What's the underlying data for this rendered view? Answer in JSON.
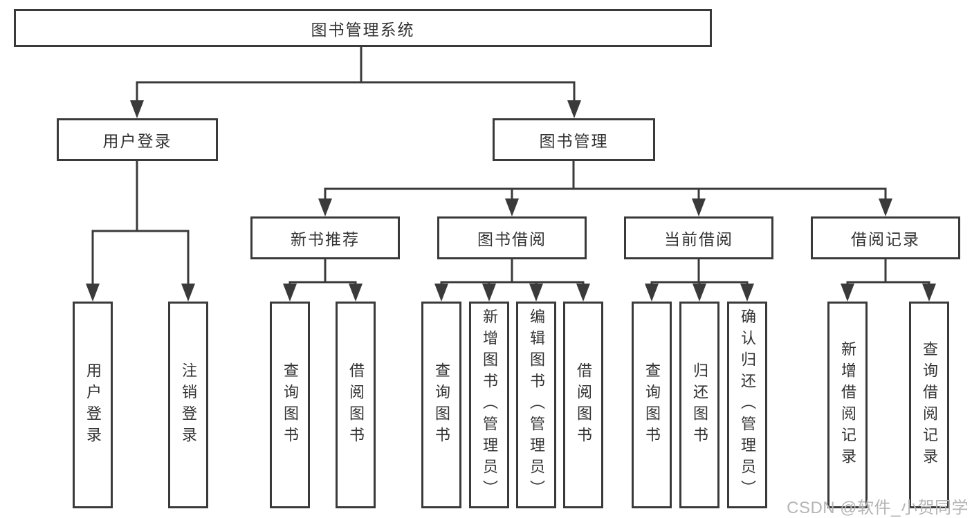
{
  "diagram_title": "图书管理系统",
  "nodes": {
    "root": "图书管理系统",
    "level2": [
      "用户登录",
      "图书管理"
    ],
    "level3": [
      "新书推荐",
      "图书借阅",
      "当前借阅",
      "借阅记录"
    ],
    "leaves": [
      "用户登录",
      "注销登录",
      "查询图书",
      "借阅图书",
      "查询图书",
      "新增图书（管理员）",
      "编辑图书（管理员）",
      "借阅图书",
      "查询图书",
      "归还图书",
      "确认归还（管理员）",
      "新增借阅记录",
      "查询借阅记录"
    ]
  },
  "hierarchy": {
    "图书管理系统": [
      "用户登录",
      "图书管理"
    ],
    "用户登录": [
      "用户登录",
      "注销登录"
    ],
    "图书管理": [
      "新书推荐",
      "图书借阅",
      "当前借阅",
      "借阅记录"
    ],
    "新书推荐": [
      "查询图书",
      "借阅图书"
    ],
    "图书借阅": [
      "查询图书",
      "新增图书（管理员）",
      "编辑图书（管理员）",
      "借阅图书"
    ],
    "当前借阅": [
      "查询图书",
      "归还图书",
      "确认归还（管理员）"
    ],
    "借阅记录": [
      "新增借阅记录",
      "查询借阅记录"
    ]
  },
  "watermark": "CSDN @软件_小贺同学",
  "colors": {
    "line": "#3a3a3a",
    "text": "#333333",
    "watermark": "#b5b5b5",
    "background": "#ffffff"
  }
}
